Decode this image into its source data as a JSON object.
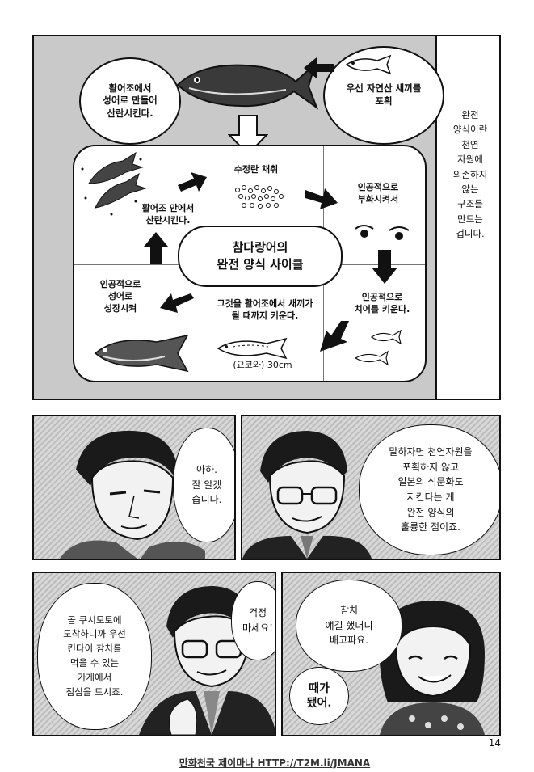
{
  "top_panel": {
    "bubble_left": "활어조에서\n성어로 만들어\n산란시킨다.",
    "bubble_right": "우선 자연산 새끼를\n포획",
    "side_text": "완전\n양식이란\n천연\n자원에\n의존하지\n않는\n구조를\n만드는\n겁니다.",
    "diagram": {
      "center": "참다랑어의\n완전 양식 사이클",
      "step_collect": "수정란 채취",
      "step_hatch": "인공적으로\n부화시켜서",
      "step_fry": "인공적으로\n치어를 키운다.",
      "step_juvenile": "그것을 활어조에서 새끼가\n될 때까지 키운다.",
      "yokowa": "(요코와) 30cm",
      "step_grow": "인공적으로\n성어로\n성장시켜",
      "step_spawn": "활어조 안에서\n산란시킨다."
    }
  },
  "panel2": {
    "bubble": "아하.\n잘 알겠\n습니다."
  },
  "panel3": {
    "bubble": "말하자면 천연자원을\n포획하지 않고\n일본의 식문화도\n지킨다는 게\n완전 양식의\n훌륭한 점이죠."
  },
  "panel4": {
    "bubble_main": "곧 쿠시모토에\n도착하니까 우선\n킨다이 참치를\n먹을 수 있는\n가게에서\n점심을 드시죠.",
    "bubble_small": "걱정\n마세요!"
  },
  "panel5": {
    "bubble": "참치\n얘길 했더니\n배고파요.",
    "handwritten": "때가\n됐어."
  },
  "page_number": "14",
  "watermark": "만화천국 제이마나 HTTP://T2M.li/JMANA"
}
